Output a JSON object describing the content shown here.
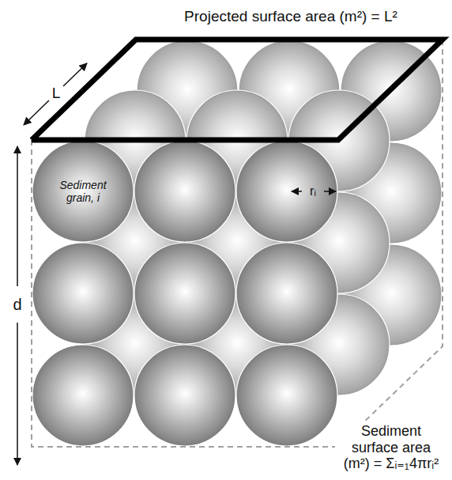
{
  "diagram": {
    "labels": [
      "Projected surface area (m²) = L²",
      "L",
      "d",
      "Sediment grain, i",
      "rᵢ",
      "Sediment surface area (m²) = Σᵢ₌₁4πrᵢ²"
    ]
  }
}
